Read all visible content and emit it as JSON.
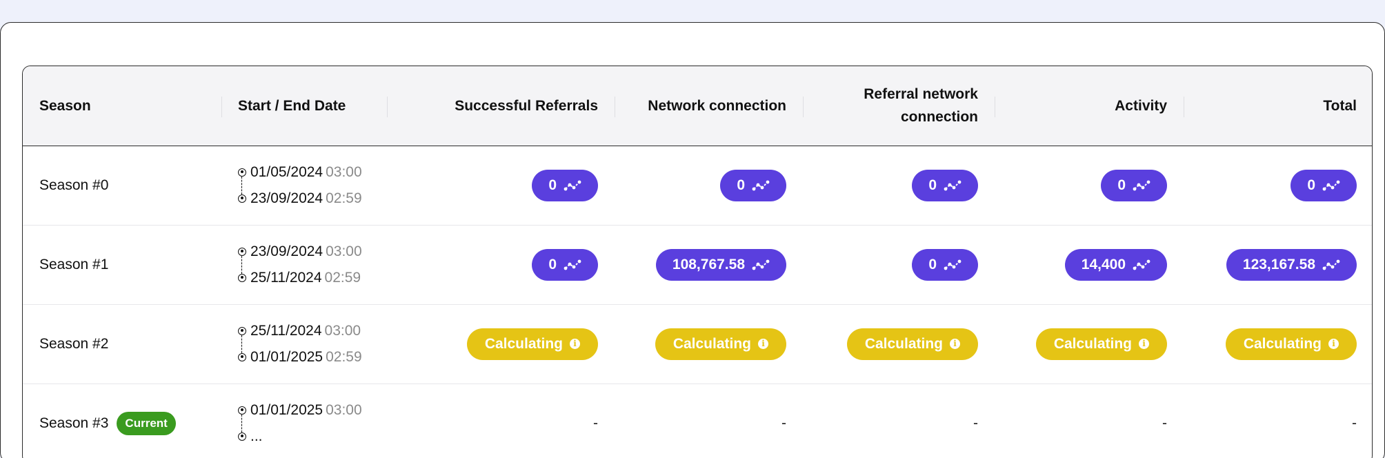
{
  "table": {
    "headers": [
      {
        "line1": "Season",
        "line2": ""
      },
      {
        "line1": "Start / End Date",
        "line2": ""
      },
      {
        "line1": "Successful Referrals",
        "line2": ""
      },
      {
        "line1": "Network connection",
        "line2": ""
      },
      {
        "line1": "Referral network",
        "line2": "connection"
      },
      {
        "line1": "Activity",
        "line2": ""
      },
      {
        "line1": "Total",
        "line2": ""
      }
    ],
    "rows": [
      {
        "season": "Season #0",
        "badge": "",
        "start_date": "01/05/2024",
        "start_time": "03:00",
        "end_date": "23/09/2024",
        "end_time": "02:59",
        "cells": [
          "0",
          "0",
          "0",
          "0",
          "0"
        ]
      },
      {
        "season": "Season #1",
        "badge": "",
        "start_date": "23/09/2024",
        "start_time": "03:00",
        "end_date": "25/11/2024",
        "end_time": "02:59",
        "cells": [
          "0",
          "108,767.58",
          "0",
          "14,400",
          "123,167.58"
        ]
      },
      {
        "season": "Season #2",
        "badge": "",
        "start_date": "25/11/2024",
        "start_time": "03:00",
        "end_date": "01/01/2025",
        "end_time": "02:59",
        "cells": [
          "Calculating",
          "Calculating",
          "Calculating",
          "Calculating",
          "Calculating"
        ]
      },
      {
        "season": "Season #3",
        "badge": "Current",
        "start_date": "01/01/2025",
        "start_time": "03:00",
        "end_date": "...",
        "end_time": "",
        "cells": [
          "-",
          "-",
          "-",
          "-",
          "-"
        ]
      }
    ]
  },
  "colors": {
    "value_pill": "#5a3fde",
    "calculating_pill": "#e5c415",
    "current_badge": "#3a9b1f"
  },
  "icons": {
    "value_pill": "trend-chart-icon",
    "calculating_pill": "info-icon",
    "date_marker": "radio-dot-icon"
  }
}
